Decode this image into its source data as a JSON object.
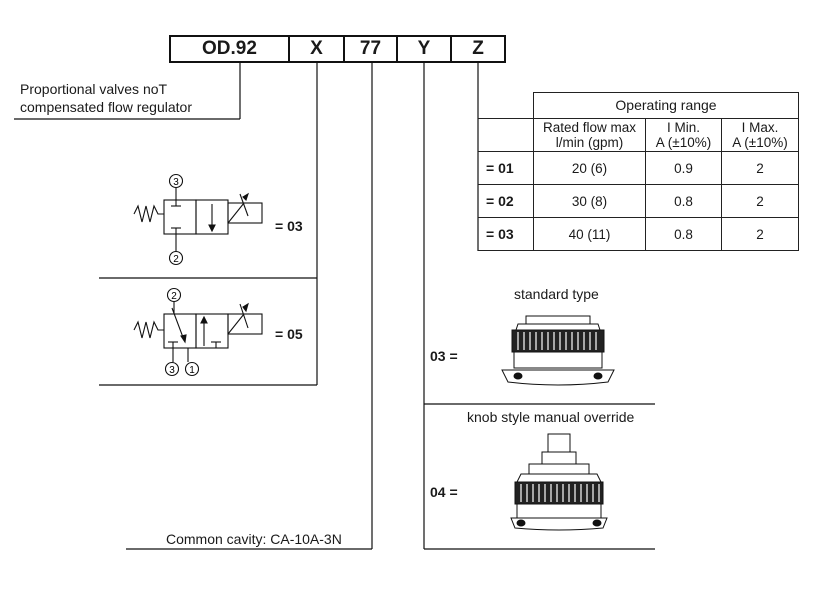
{
  "code": {
    "series": "OD.92",
    "x": "X",
    "cavity": "77",
    "y": "Y",
    "z": "Z"
  },
  "description": {
    "line1": "Proportional valves noT",
    "line2": "compensated flow regulator"
  },
  "x_options": [
    {
      "code": "= 03",
      "ports": [
        "3",
        "2"
      ]
    },
    {
      "code": "= 05",
      "ports": [
        "2",
        "3",
        "1"
      ]
    }
  ],
  "common_cavity": "Common cavity: CA-10A-3N",
  "table": {
    "group_header": "Operating range",
    "col1_l1": "Rated flow max",
    "col1_l2": "l/min (gpm)",
    "col2_l1": "I Min.",
    "col2_l2": "A (±10%)",
    "col3_l1": "I Max.",
    "col3_l2": "A (±10%)",
    "rows": [
      {
        "code": "= 01",
        "flow": "20 (6)",
        "imin": "0.9",
        "imax": "2"
      },
      {
        "code": "= 02",
        "flow": "30 (8)",
        "imin": "0.8",
        "imax": "2"
      },
      {
        "code": "= 03",
        "flow": "40 (11)",
        "imin": "0.8",
        "imax": "2"
      }
    ]
  },
  "z_options": [
    {
      "code": "03 =",
      "label": "standard type"
    },
    {
      "code": "04 =",
      "label": "knob style manual override"
    }
  ]
}
